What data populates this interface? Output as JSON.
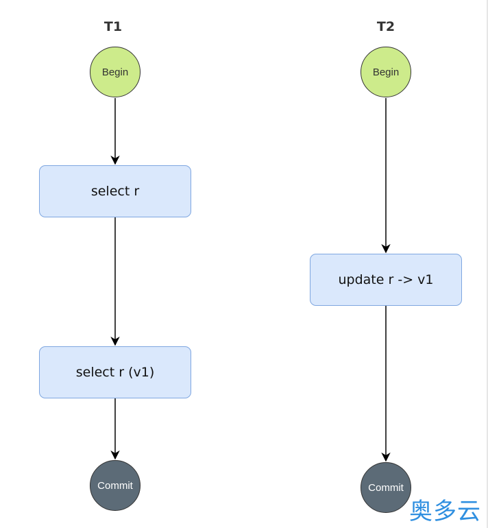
{
  "columns": [
    {
      "title": "T1",
      "begin_label": "Begin",
      "steps": [
        "select r",
        "select r (v1)"
      ],
      "commit_label": "Commit"
    },
    {
      "title": "T2",
      "begin_label": "Begin",
      "steps": [
        "update r -> v1"
      ],
      "commit_label": "Commit"
    }
  ],
  "watermark": "奥多云",
  "colors": {
    "begin_fill": "#cdeb8b",
    "commit_fill": "#5c6b77",
    "step_fill": "#dae8fc",
    "step_border": "#7ea6e0",
    "arrow": "#000000",
    "watermark": "#2f8fe0"
  }
}
